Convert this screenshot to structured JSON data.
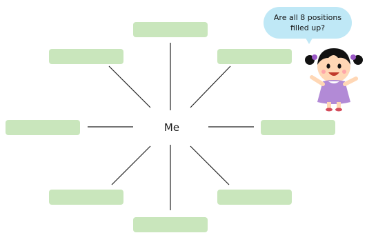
{
  "center": {
    "label": "Me"
  },
  "positions": [
    {
      "id": "top",
      "value": ""
    },
    {
      "id": "top-right",
      "value": ""
    },
    {
      "id": "right",
      "value": ""
    },
    {
      "id": "bottom-right",
      "value": ""
    },
    {
      "id": "bottom",
      "value": ""
    },
    {
      "id": "bottom-left",
      "value": ""
    },
    {
      "id": "left",
      "value": ""
    },
    {
      "id": "top-left",
      "value": ""
    }
  ],
  "speech_bubble": {
    "line1": "Are all 8 positions",
    "line2": "filled up?"
  },
  "colors": {
    "box_fill": "#c9e6bc",
    "bubble_fill": "#bfe8f6",
    "line": "#222222"
  }
}
